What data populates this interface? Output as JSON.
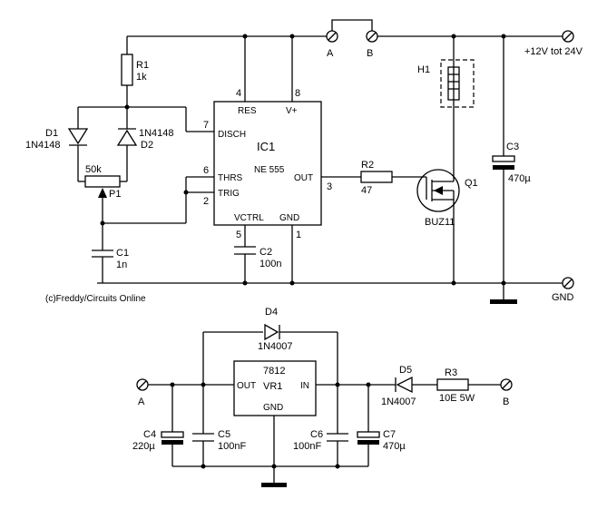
{
  "supply": {
    "label": "+12V tot 24V",
    "gnd": "GND"
  },
  "terminals": {
    "a": "A",
    "b": "B"
  },
  "ic1": {
    "name": "IC1",
    "type": "NE 555",
    "pins": {
      "res": "RES",
      "vplus": "V+",
      "disch": "DISCH",
      "thrs": "THRS",
      "trig": "TRIG",
      "out": "OUT",
      "vctrl": "VCTRL",
      "gnd": "GND"
    },
    "pin_numbers": {
      "p4": "4",
      "p8": "8",
      "p7": "7",
      "p6": "6",
      "p2": "2",
      "p3": "3",
      "p5": "5",
      "p1": "1"
    }
  },
  "r1": {
    "name": "R1",
    "value": "1k"
  },
  "d1": {
    "name": "D1",
    "value": "1N4148"
  },
  "d2": {
    "name": "D2",
    "value": "1N4148"
  },
  "p1": {
    "name": "P1",
    "value": "50k"
  },
  "c1": {
    "name": "C1",
    "value": "1n"
  },
  "c2": {
    "name": "C2",
    "value": "100n"
  },
  "r2": {
    "name": "R2",
    "value": "47"
  },
  "q1": {
    "name": "Q1",
    "value": "BUZ11"
  },
  "h1": {
    "name": "H1"
  },
  "c3": {
    "name": "C3",
    "value": "470µ"
  },
  "copyright": "(c)Freddy/Circuits Online",
  "vr1": {
    "type": "7812",
    "name": "VR1",
    "out": "OUT",
    "in": "IN",
    "gnd": "GND"
  },
  "d4": {
    "name": "D4",
    "value": "1N4007"
  },
  "d5": {
    "name": "D5",
    "value": "1N4007"
  },
  "r3": {
    "name": "R3",
    "value": "10E 5W"
  },
  "c4": {
    "name": "C4",
    "value": "220µ"
  },
  "c5": {
    "name": "C5",
    "value": "100nF"
  },
  "c6": {
    "name": "C6",
    "value": "100nF"
  },
  "c7": {
    "name": "C7",
    "value": "470µ"
  }
}
